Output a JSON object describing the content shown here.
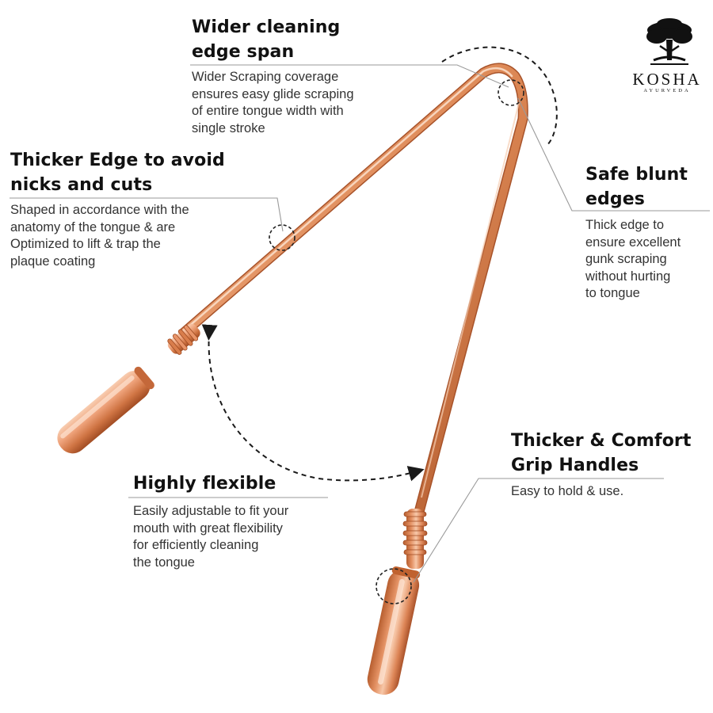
{
  "brand": {
    "name": "KOSHA",
    "tagline": "AYURVEDA",
    "logo_icon": "tree-icon"
  },
  "callouts": {
    "wider_edge": {
      "title_line1": "Wider cleaning",
      "title_line2": "edge span",
      "body": [
        "Wider Scraping coverage",
        "ensures easy glide scraping",
        "of entire tongue width with",
        "single stroke"
      ]
    },
    "thicker_edge": {
      "title_line1": "Thicker Edge to avoid",
      "title_line2": "nicks and cuts",
      "body": [
        "Shaped in accordance with the",
        "anatomy of the tongue & are",
        "Optimized to lift & trap the",
        "plaque coating"
      ]
    },
    "safe_blunt": {
      "title_line1": "Safe blunt",
      "title_line2": "edges",
      "body": [
        "Thick edge to",
        "ensure excellent",
        "gunk scraping",
        "without hurting",
        "to tongue"
      ]
    },
    "grip_handles": {
      "title_line1": "Thicker & Comfort",
      "title_line2": "Grip Handles",
      "body": [
        "Easy to hold & use."
      ]
    },
    "flexible": {
      "title_line1": "Highly flexible",
      "body": [
        "Easily adjustable to fit your",
        "mouth with great flexibility",
        "for efficiently cleaning",
        "the tongue"
      ]
    }
  },
  "colors": {
    "copper_light": "#f6c6a6",
    "copper_mid": "#de8e5c",
    "copper_dark": "#a8532a",
    "text": "#222222",
    "line": "#9a9a9a"
  }
}
